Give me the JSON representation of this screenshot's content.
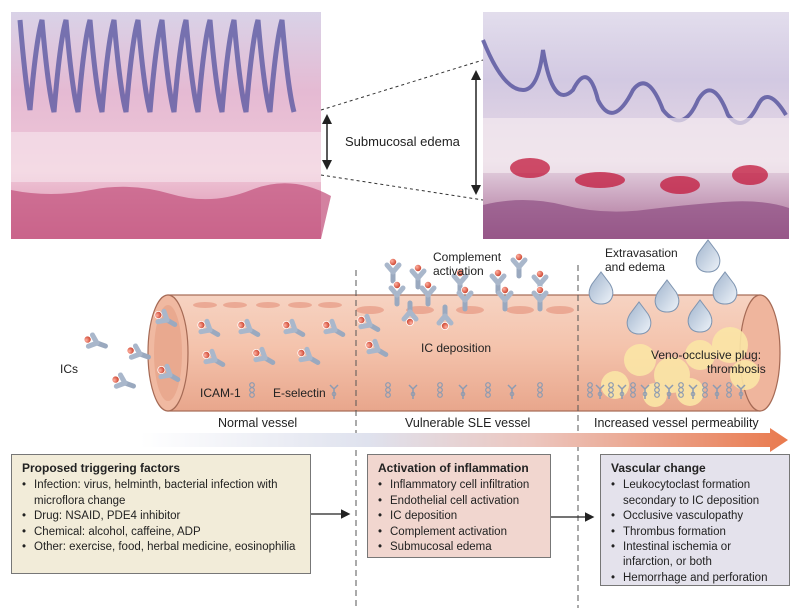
{
  "labels": {
    "submucosal_edema": "Submucosal edema",
    "complement_activation": [
      "Complement",
      "activation"
    ],
    "extravasation": [
      "Extravasation",
      "and edema"
    ],
    "ics": "ICs",
    "ic_deposition": "IC deposition",
    "veno_occlusive": [
      "Veno-occlusive plug:",
      "thrombosis"
    ],
    "icam1": "ICAM-1",
    "eselectin": "E-selectin"
  },
  "stages": {
    "normal": "Normal vessel",
    "vulnerable": "Vulnerable SLE vessel",
    "permeability": "Increased vessel permeability"
  },
  "boxes": {
    "trigger": {
      "title": "Proposed triggering factors",
      "items": [
        "Infection: virus, helminth, bacterial infection with microflora change",
        "Drug: NSAID, PDE4 inhibitor",
        "Chemical: alcohol, caffeine, ADP",
        "Other: exercise, food, herbal medicine, eosinophilia"
      ]
    },
    "inflammation": {
      "title": "Activation of inflammation",
      "items": [
        "Inflammatory cell infiltration",
        "Endothelial cell activation",
        "IC deposition",
        "Complement activation",
        "Submucosal edema"
      ]
    },
    "vascular": {
      "title": "Vascular change",
      "items": [
        "Leukocytoclast formation secondary to IC deposition",
        "Occlusive vasculopathy",
        "Thrombus formation",
        "Intestinal ischemia or infarction, or both",
        "Hemorrhage and perforation"
      ]
    }
  },
  "colors": {
    "vessel": "#f4c3ac",
    "vessel_edge": "#a56a55",
    "antibody": "#a9b7cb",
    "antigen": "#d9503a",
    "plug": "#fbe6a6",
    "arrow_gradient_end": "#e97a4e"
  }
}
